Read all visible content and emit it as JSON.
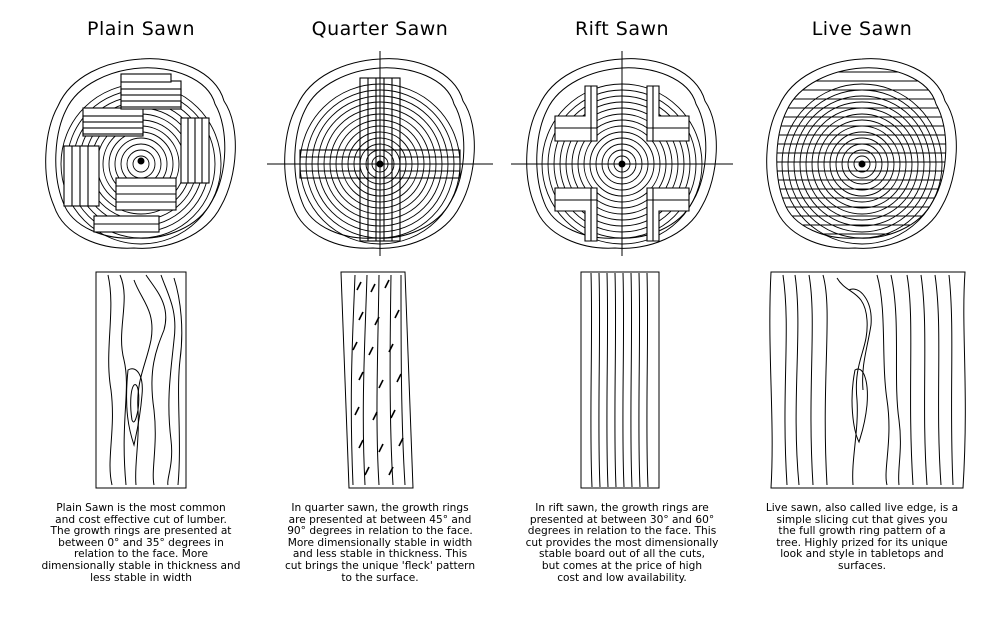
{
  "columns": [
    {
      "id": "plain",
      "title": "Plain Sawn",
      "description": "Plain Sawn is the most common\nand cost effective cut of lumber.\nThe growth rings are presented at\nbetween 0° and 35° degrees in\nrelation to the face. More\ndimensionally stable in thickness and\nless stable in width"
    },
    {
      "id": "quarter",
      "title": "Quarter Sawn",
      "description": "In quarter sawn, the growth rings\nare presented at between 45° and\n90° degrees in relation to the face.\nMore dimensionally stable in width\nand less stable in thickness.  This\ncut brings the unique 'fleck' pattern\nto the surface."
    },
    {
      "id": "rift",
      "title": "Rift Sawn",
      "description": "In rift sawn, the growth rings are\npresented at between 30° and 60°\ndegrees in relation to the face. This\ncut provides the most dimensionally\nstable board out of all the cuts,\nbut comes at the price of high\ncost and low availability."
    },
    {
      "id": "live",
      "title": "Live Sawn",
      "description": "Live sawn, also called live edge, is a\nsimple slicing cut that gives you\nthe full growth ring pattern of a\ntree.  Highly prized for its unique\nlook and style in tabletops and\nsurfaces."
    }
  ]
}
